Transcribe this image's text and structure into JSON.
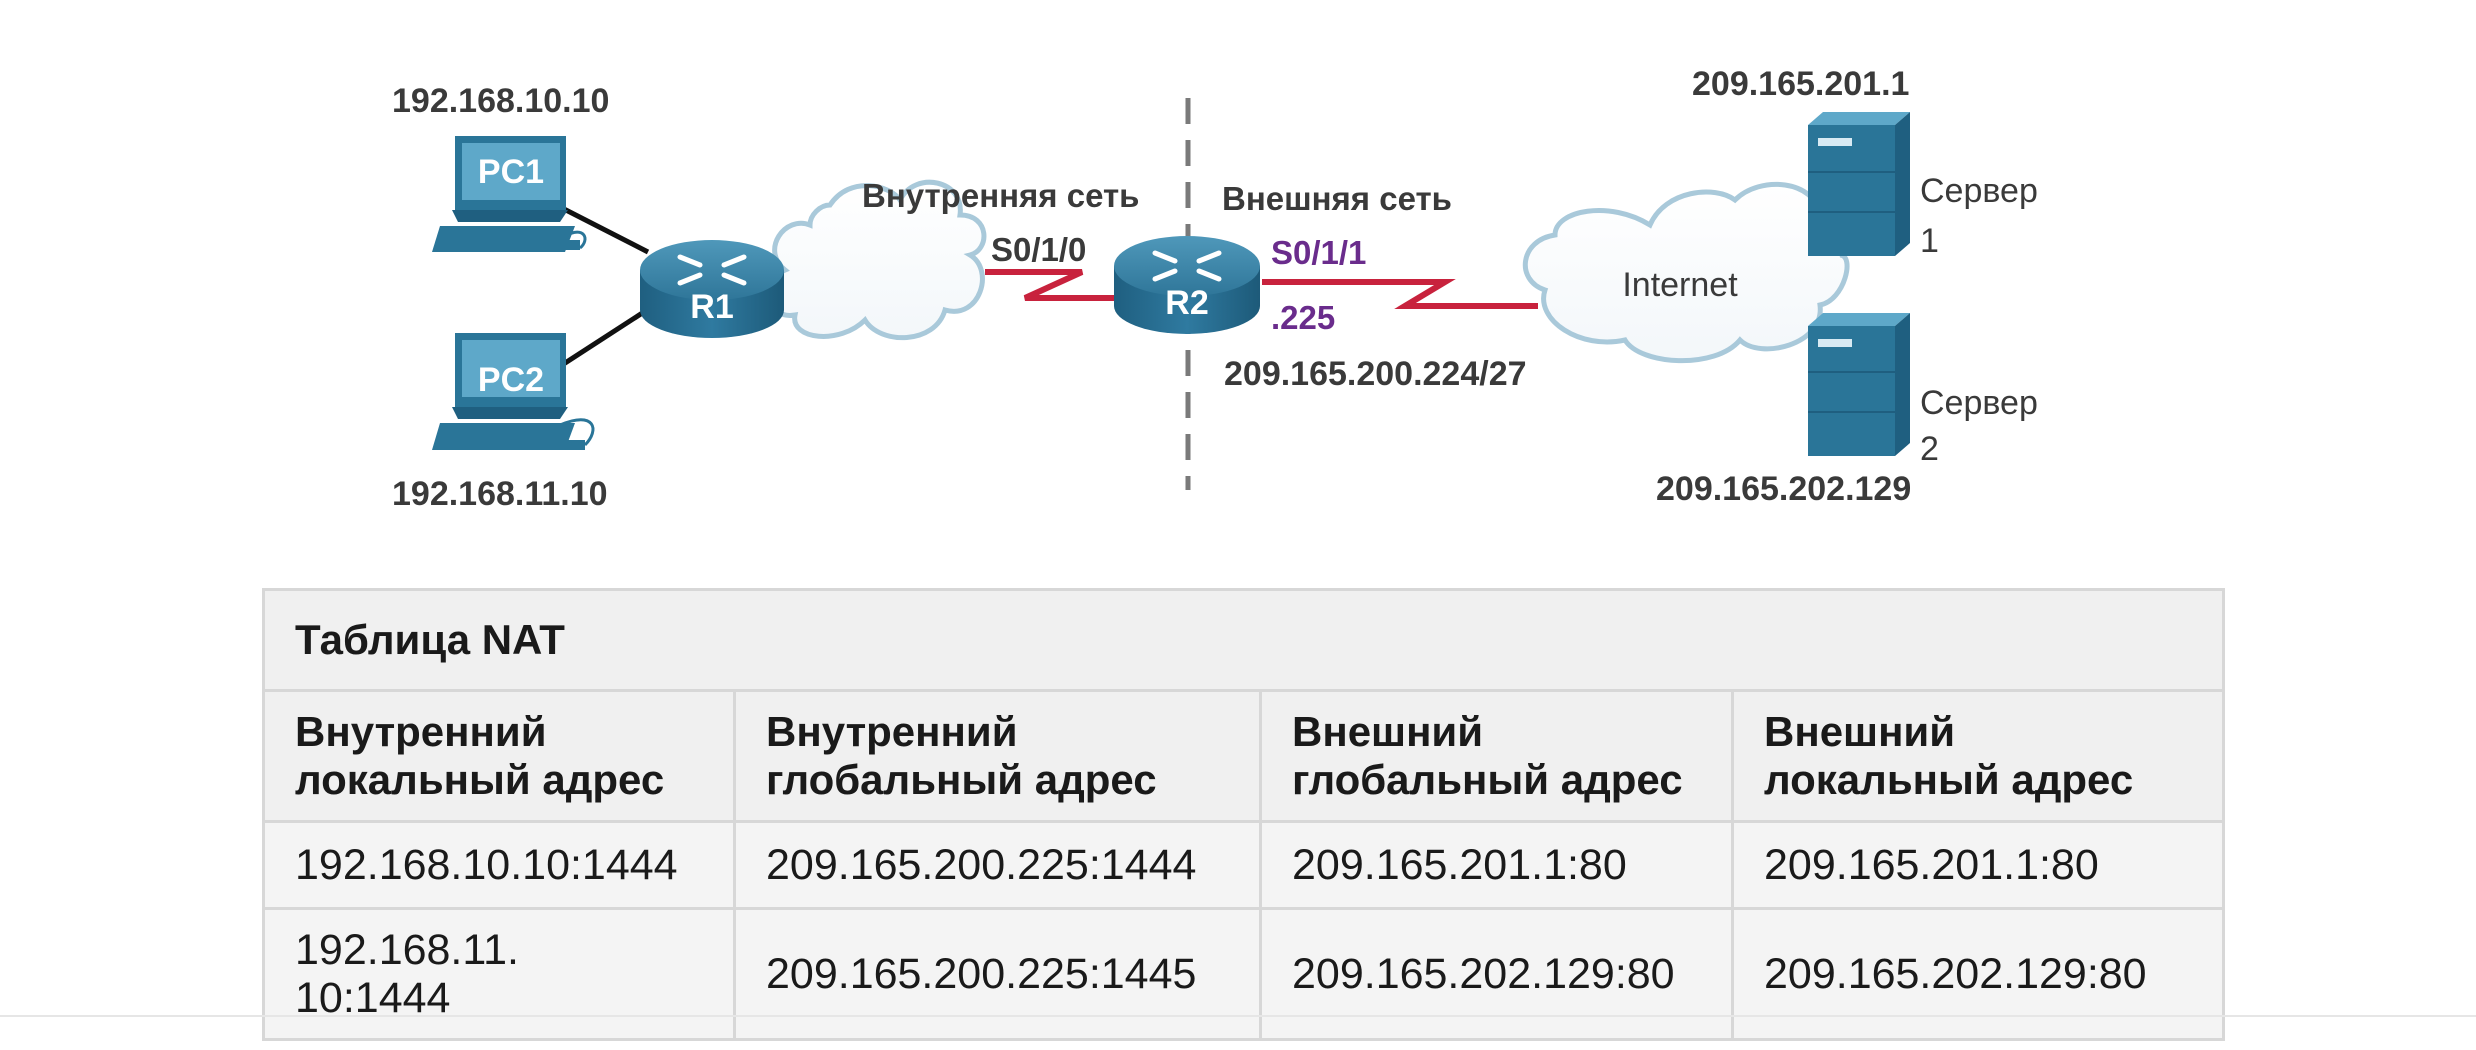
{
  "diagram": {
    "pc1": {
      "label": "PC1",
      "ip": "192.168.10.10"
    },
    "pc2": {
      "label": "PC2",
      "ip": "192.168.11.10"
    },
    "r1": {
      "label": "R1"
    },
    "r2": {
      "label": "R2"
    },
    "inside_network": "Внутренняя сеть",
    "outside_network": "Внешняя сеть",
    "r2_inside_interface": "S0/1/0",
    "r2_outside_interface": "S0/1/1",
    "r2_outside_host": ".225",
    "outside_subnet": "209.165.200.224/27",
    "internet": "Internet",
    "server1": {
      "ip": "209.165.201.1",
      "label_line1": "Сервер",
      "label_line2": "1"
    },
    "server2": {
      "ip": "209.165.202.129",
      "label_line1": "Сервер",
      "label_line2": "2"
    },
    "colors": {
      "device_blue": "#2a7598",
      "link_red": "#c8223d",
      "interface_purple": "#6a2c8c"
    }
  },
  "nat_table": {
    "title": "Таблица NAT",
    "headers": [
      {
        "line1": "Внутренний",
        "line2": "локальный адрес"
      },
      {
        "line1": "Внутренний",
        "line2": "глобальный адрес"
      },
      {
        "line1": "Внешний",
        "line2": "глобальный адрес"
      },
      {
        "line1": "Внешний",
        "line2": "локальный адрес"
      }
    ],
    "rows": [
      [
        {
          "line1": "192.168.10.10:1444",
          "line2": ""
        },
        {
          "line1": "209.165.200.225:1444",
          "line2": ""
        },
        {
          "line1": "209.165.201.1:80",
          "line2": ""
        },
        {
          "line1": "209.165.201.1:80",
          "line2": ""
        }
      ],
      [
        {
          "line1": "192.168.11.",
          "line2": "10:1444"
        },
        {
          "line1": "209.165.200.225:1445",
          "line2": ""
        },
        {
          "line1": "209.165.202.129:80",
          "line2": ""
        },
        {
          "line1": "209.165.202.129:80",
          "line2": ""
        }
      ]
    ]
  }
}
